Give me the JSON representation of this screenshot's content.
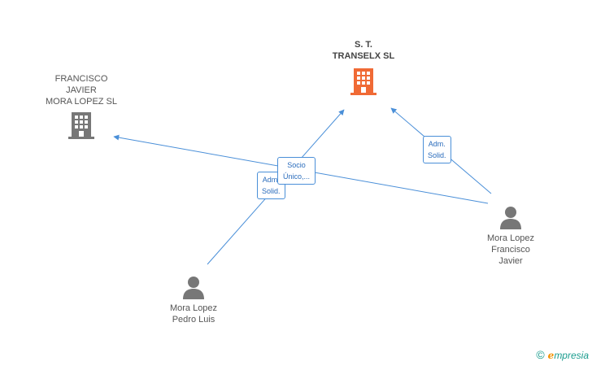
{
  "nodes": {
    "company_main": {
      "name": "S. T.\nTRANSELX SL",
      "icon": "building-icon",
      "color": "#f06a35"
    },
    "company_other": {
      "name": "FRANCISCO\nJAVIER\nMORA LOPEZ SL",
      "icon": "building-icon",
      "color": "#777777"
    },
    "person_francisco": {
      "name": "Mora Lopez\nFrancisco\nJavier",
      "icon": "person-icon"
    },
    "person_pedro": {
      "name": "Mora Lopez\nPedro Luis",
      "icon": "person-icon"
    }
  },
  "edges": {
    "francisco_to_main": "Adm.\nSolid.",
    "pedro_to_other": "Adm.\nSolid.",
    "pedro_to_main": "Socio\nÚnico,..."
  },
  "brand": {
    "copyright": "©",
    "first_letter": "e",
    "rest": "mpresia"
  },
  "colors": {
    "edge": "#4a8fd8",
    "accent_main": "#f06a35",
    "accent_other": "#777777"
  }
}
